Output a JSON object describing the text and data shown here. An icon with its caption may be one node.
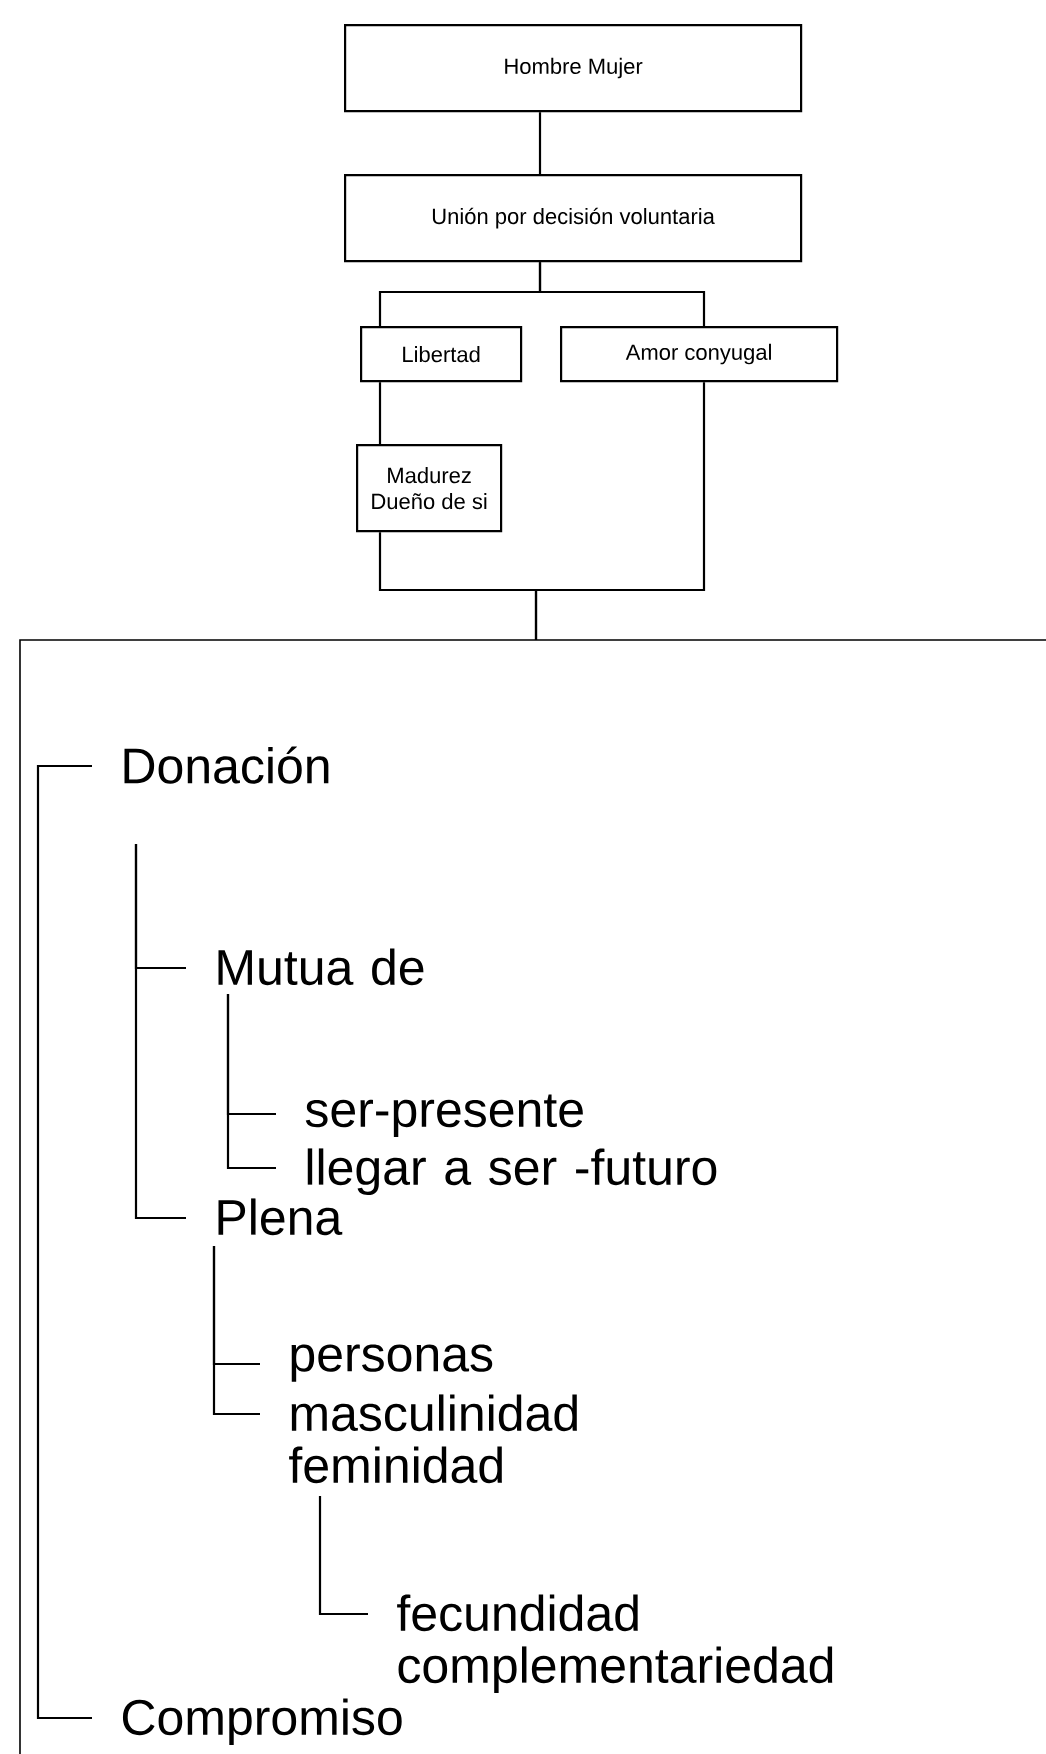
{
  "diagram": {
    "nodes": [
      {
        "text": [
          "Hombre Mujer"
        ]
      },
      {
        "text": [
          "Unión por decisión voluntaria"
        ]
      },
      {
        "text": [
          "Libertad"
        ]
      },
      {
        "text": [
          "Amor conyugal"
        ]
      },
      {
        "text": [
          "Madurez Dueño de si"
        ]
      },
      {
        "text": [],
        "shape": "box"
      },
      {
        "text": [
          "Donación"
        ],
        "in": 5
      },
      {
        "text": [
          "Mutua de"
        ],
        "in": 5
      },
      {
        "text": [
          "ser-presente"
        ],
        "in": 5
      },
      {
        "text": [
          "llegar a ser -futuro"
        ],
        "in": 5
      },
      {
        "text": [
          "Plena"
        ],
        "in": 5
      },
      {
        "text": [
          "personas"
        ],
        "in": 5
      },
      {
        "text": [
          "masculinidad feminidad"
        ],
        "in": 5
      },
      {
        "text": [
          "fecundidad complementariedad"
        ],
        "in": 5
      },
      {
        "text": [
          "Compromiso"
        ],
        "in": 5
      }
    ],
    "edges": [
      {
        "from": 0,
        "to": 1,
        "arrow": "none"
      },
      {
        "from": 1,
        "to": 2,
        "arrow": "none"
      },
      {
        "from": 1,
        "to": 3,
        "arrow": "none"
      },
      {
        "from": 2,
        "to": 4,
        "arrow": "none"
      },
      {
        "from": 4,
        "to": 5,
        "arrow": "none"
      },
      {
        "from": 3,
        "to": 5,
        "arrow": "none"
      },
      {
        "from": 5,
        "to": 6,
        "arrow": "none"
      },
      {
        "from": 5,
        "to": 14,
        "arrow": "none"
      },
      {
        "from": 6,
        "to": 7,
        "arrow": "none"
      },
      {
        "from": 6,
        "to": 10,
        "arrow": "none"
      },
      {
        "from": 7,
        "to": 8,
        "arrow": "none"
      },
      {
        "from": 7,
        "to": 9,
        "arrow": "none"
      },
      {
        "from": 10,
        "to": 11,
        "arrow": "none"
      },
      {
        "from": 10,
        "to": 12,
        "arrow": "none"
      },
      {
        "from": 12,
        "to": 13,
        "arrow": "none"
      }
    ]
  }
}
